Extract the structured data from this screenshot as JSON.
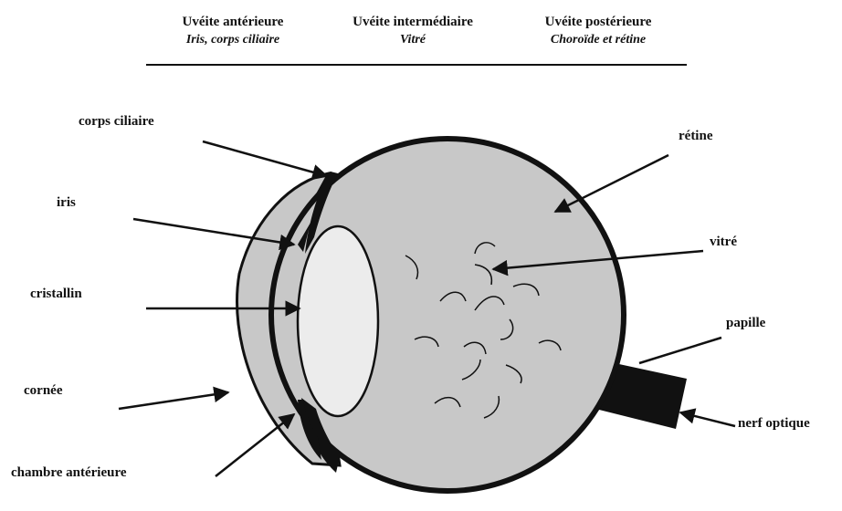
{
  "header": {
    "columns": [
      {
        "title": "Uvéite antérieure",
        "subtitle": "Iris, corps ciliaire"
      },
      {
        "title": "Uvéite intermédiaire",
        "subtitle": "Vitré"
      },
      {
        "title": "Uvéite postérieure",
        "subtitle": "Choroïde et rétine"
      }
    ]
  },
  "labels": {
    "corps_ciliaire": "corps ciliaire",
    "iris": "iris",
    "cristallin": "cristallin",
    "cornee": "cornée",
    "chambre_anterieure": "chambre antérieure",
    "retine": "rétine",
    "vitre": "vitré",
    "papille": "papille",
    "nerf_optique": "nerf optique"
  },
  "colors": {
    "ink": "#111111",
    "fill_grey": "#c8c8c8",
    "lens": "#ececec"
  }
}
